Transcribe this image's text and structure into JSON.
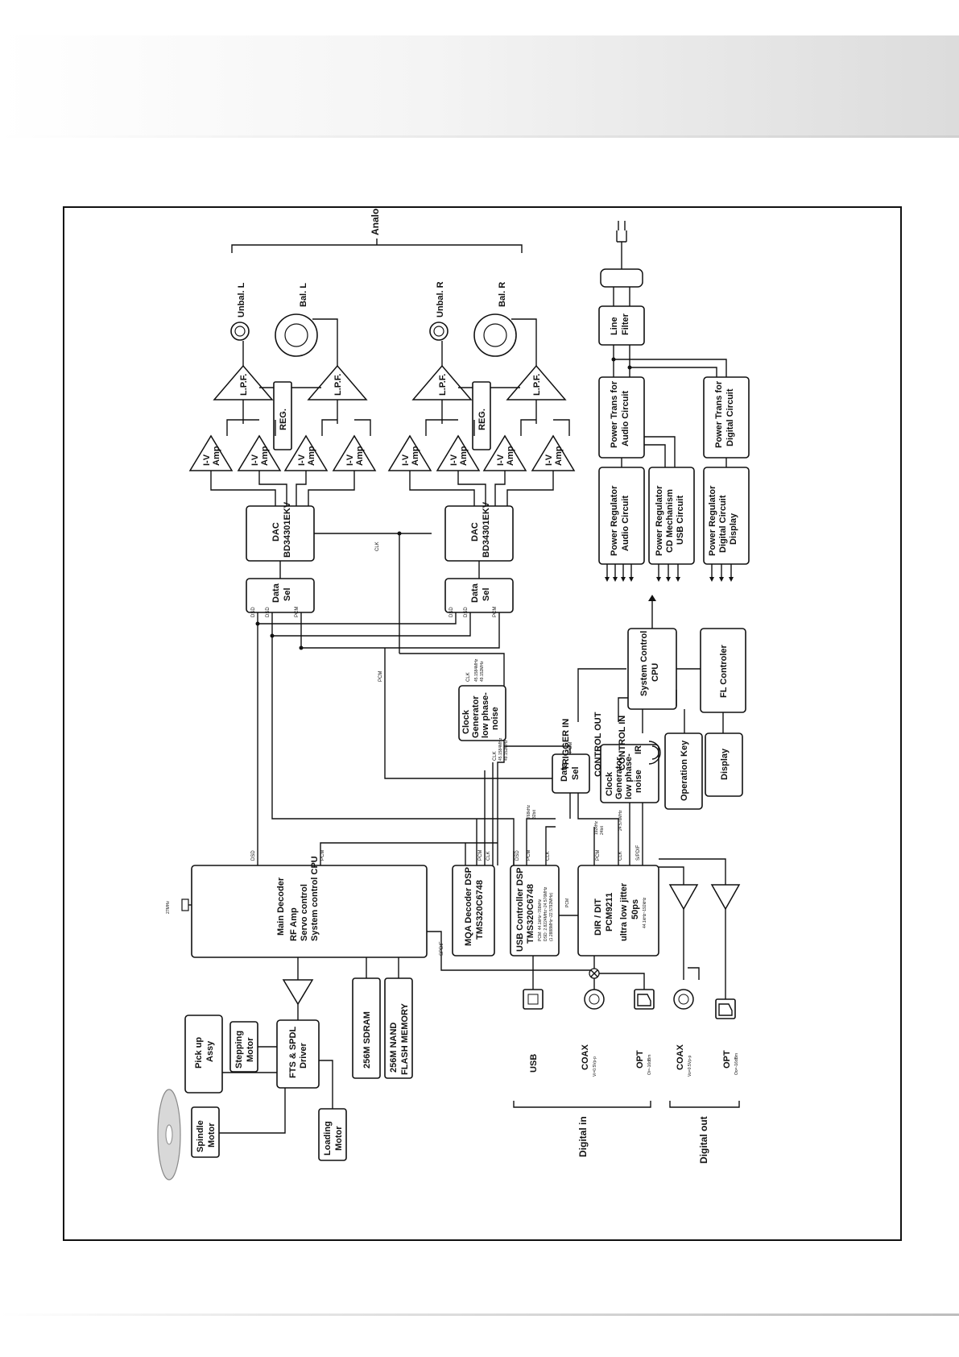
{
  "blocks": {
    "main_decoder": [
      "Main Decoder",
      "RF Amp",
      "Servo control",
      "System control CPU"
    ],
    "sdram": [
      "256M SDRAM"
    ],
    "nand": [
      "256M NAND",
      "FLASH MEMORY"
    ],
    "pickup": [
      "Pick up",
      "Assy"
    ],
    "stepping_motor": [
      "Stepping",
      "Motor"
    ],
    "fts_driver": [
      "FTS & SPDL",
      "Driver"
    ],
    "spindle_motor": [
      "Spindle",
      "Motor"
    ],
    "loading_motor": [
      "Loading",
      "Motor"
    ],
    "mqa_dsp": [
      "MQA Decoder DSP",
      "TMS320C6748"
    ],
    "usb_dsp": [
      "USB Controller DSP",
      "TMS320C6748"
    ],
    "usb_dsp_note": [
      "PCM: 44.1kHz~768kHz",
      "DSD: 2.8224MHz~24.576MHz",
      "(1.2888MHz~22.5792MHz)"
    ],
    "dir_dit": [
      "DIR / DIT",
      "PCM9211",
      "ultra low jitter",
      "50ps"
    ],
    "dir_dit_note": "44.1kHz~192kHz",
    "clock_gen_1": [
      "Clock",
      "Generator",
      "low phase-",
      "noise"
    ],
    "clock_gen_2": [
      "Clock",
      "Generator",
      "low phase-",
      "noise"
    ],
    "data_sel_digital": [
      "Data",
      "Sel"
    ],
    "data_sel_l": [
      "Data",
      "Sel"
    ],
    "data_sel_r": [
      "Data",
      "Sel"
    ],
    "dac_l": [
      "DAC",
      "BD34301EKV"
    ],
    "dac_r": [
      "DAC",
      "BD34301EKV"
    ],
    "iv_amp": [
      "I-V",
      "Amp"
    ],
    "lpf": "L.P.F.",
    "reg": "REG.",
    "system_cpu": [
      "System Control",
      "CPU"
    ],
    "fl_controller": [
      "FL Controler"
    ],
    "operation_key": [
      "Operation Key"
    ],
    "display": [
      "Display"
    ],
    "pwr_audio": [
      "Power Regulator",
      "Audio Circuit"
    ],
    "pwr_cd": [
      "Power Regulator",
      "CD Mechanism",
      "USB Circuit"
    ],
    "pwr_digital": [
      "Power Regulator",
      "Digital Circuit",
      "Display"
    ],
    "trans_audio": [
      "Power Trans for",
      "Audio Circuit"
    ],
    "trans_digital": [
      "Power Trans for",
      "Digital Circuit"
    ],
    "line_filter": [
      "Line",
      "Filter"
    ]
  },
  "labels": {
    "analog_out": "Analog out",
    "unbal_l": "Unbal. L",
    "bal_l": "Bal. L",
    "unbal_r": "Unbal. R",
    "bal_r": "Bal. R",
    "digital_in": "Digital in",
    "digital_out": "Digital out",
    "usb": "USB",
    "coax_in": "COAX",
    "coax_in_spec": "Vi=0.5Vp-p",
    "opt_in": "OPT",
    "opt_in_spec": "Oi=-16dBm",
    "coax_out": "COAX",
    "coax_out_spec": "Vo=0.5Vp-p",
    "opt_out": "OPT",
    "opt_out_spec": "Oo=-16dBm",
    "trigger_in": "TRIGGER IN",
    "control_out": "CONTROL OUT",
    "control_in": "CONTROL IN",
    "ir": "IR",
    "xtal_27": "27MHz"
  },
  "signals": {
    "dsd": "DSD",
    "pcm": "PCM",
    "clk": "CLK",
    "spdif": "SPDIF",
    "spdif_out": "S/PDIF",
    "clk_freqs": [
      "45.1584MHz",
      "49.152MHz"
    ],
    "clk_freqs_b": [
      "45.1584MHz",
      "49.152MHz"
    ],
    "freq_768": [
      "768kHz",
      "32bit"
    ],
    "freq_192": [
      "192kHz",
      "24bit"
    ],
    "freq_24576": "24.576MHz"
  }
}
